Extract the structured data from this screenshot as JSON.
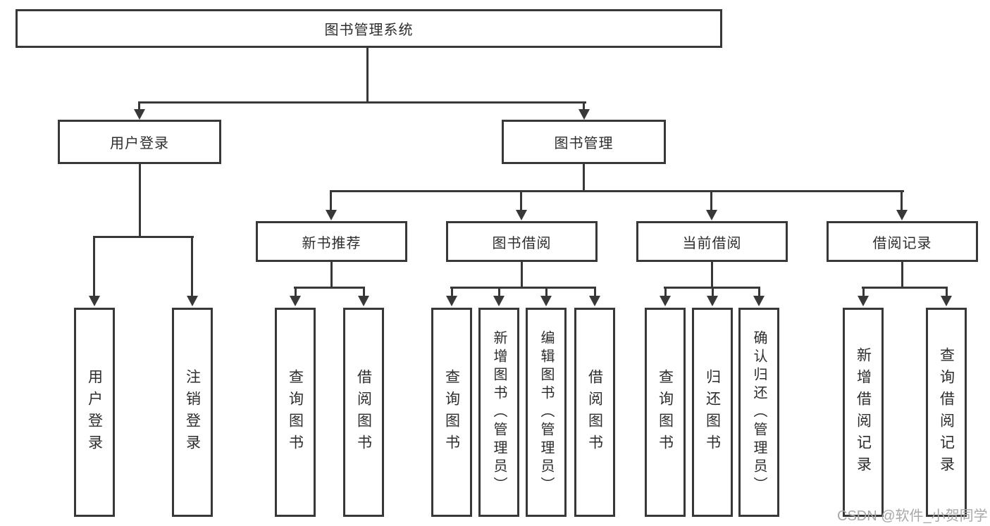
{
  "diagram_type": "hierarchy-diagram",
  "root": {
    "label": "图书管理系统"
  },
  "level2": [
    {
      "label": "用户登录"
    },
    {
      "label": "图书管理"
    }
  ],
  "level3": [
    {
      "label": "新书推荐",
      "parent": "图书管理"
    },
    {
      "label": "图书借阅",
      "parent": "图书管理"
    },
    {
      "label": "当前借阅",
      "parent": "图书管理"
    },
    {
      "label": "借阅记录",
      "parent": "图书管理"
    }
  ],
  "leaves": [
    {
      "label": "用户登录",
      "parent": "用户登录"
    },
    {
      "label": "注销登录",
      "parent": "用户登录"
    },
    {
      "label": "查询图书",
      "parent": "新书推荐"
    },
    {
      "label": "借阅图书",
      "parent": "新书推荐"
    },
    {
      "label": "查询图书",
      "parent": "图书借阅"
    },
    {
      "label": "新增图书（管理员）",
      "parent": "图书借阅"
    },
    {
      "label": "编辑图书（管理员）",
      "parent": "图书借阅"
    },
    {
      "label": "借阅图书",
      "parent": "图书借阅"
    },
    {
      "label": "查询图书",
      "parent": "当前借阅"
    },
    {
      "label": "归还图书",
      "parent": "当前借阅"
    },
    {
      "label": "确认归还（管理员）",
      "parent": "当前借阅"
    },
    {
      "label": "新增借阅记录",
      "parent": "借阅记录"
    },
    {
      "label": "查询借阅记录",
      "parent": "借阅记录"
    }
  ],
  "watermark": "CSDN @软件_小贺同学",
  "colors": {
    "line": "#383838",
    "box_fill": "#ffffff",
    "text": "#2d2d2d",
    "watermark": "#a8a8a8"
  }
}
